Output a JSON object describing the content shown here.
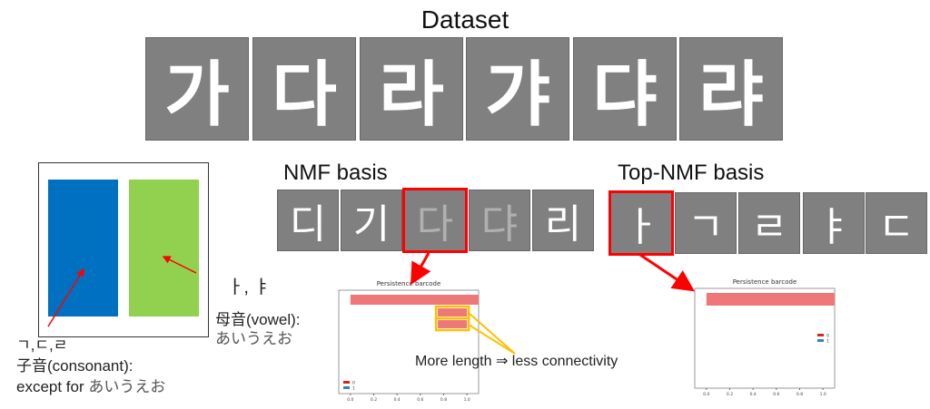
{
  "dataset": {
    "title": "Dataset",
    "chars": [
      "가",
      "다",
      "라",
      "갸",
      "댜",
      "랴"
    ]
  },
  "nmf": {
    "title": "NMF basis",
    "chars": [
      "디",
      "기",
      "다",
      "댜",
      "리"
    ],
    "highlight_index": 2
  },
  "topnmf": {
    "title": "Top-NMF basis",
    "chars": [
      "ㅏ",
      "ㄱ",
      "ㄹ",
      "ㅑ",
      "ㄷ"
    ],
    "highlight_index": 0
  },
  "diagram": {
    "colors": {
      "consonant": "#0070c0",
      "vowel": "#92d050"
    },
    "vowel_glyphs": "ㅏ, ㅑ",
    "vowel_label": "母音(vowel):",
    "vowel_jp": "あいうえお",
    "consonant_glyphs": "ㄱ,ㄷ,ㄹ",
    "consonant_label": "子音(consonant):",
    "consonant_prefix": "except for ",
    "consonant_jp": "あいうえお"
  },
  "annotation": "More length ⇒ less connectivity",
  "chart_data": [
    {
      "type": "bar",
      "title": "Persistence barcode",
      "xlim": [
        -0.1,
        1.1
      ],
      "xticks": [
        "0.0",
        "0.2",
        "0.4",
        "0.6",
        "0.8",
        "1.0"
      ],
      "legend": [
        "0",
        "1"
      ],
      "legend_position": "lower-left",
      "bars": [
        {
          "dim": 0,
          "birth": 0.0,
          "death": 1.1
        },
        {
          "dim": 0,
          "birth": 0.75,
          "death": 1.0
        },
        {
          "dim": 0,
          "birth": 0.75,
          "death": 1.0
        }
      ]
    },
    {
      "type": "bar",
      "title": "Persistence barcode",
      "xlim": [
        -0.1,
        1.1
      ],
      "xticks": [
        "0.0",
        "0.2",
        "0.4",
        "0.6",
        "0.8",
        "1.0"
      ],
      "legend": [
        "0",
        "1"
      ],
      "legend_position": "center-right",
      "bars": [
        {
          "dim": 0,
          "birth": 0.0,
          "death": 1.1
        }
      ]
    }
  ]
}
